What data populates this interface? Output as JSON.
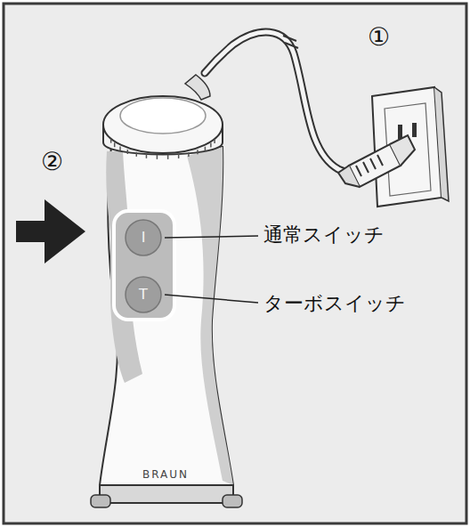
{
  "diagram": {
    "labels": [
      "①",
      "②",
      "通常スイッチ",
      "ターボスイッチ",
      "I",
      "T",
      "BRAUN"
    ]
  }
}
